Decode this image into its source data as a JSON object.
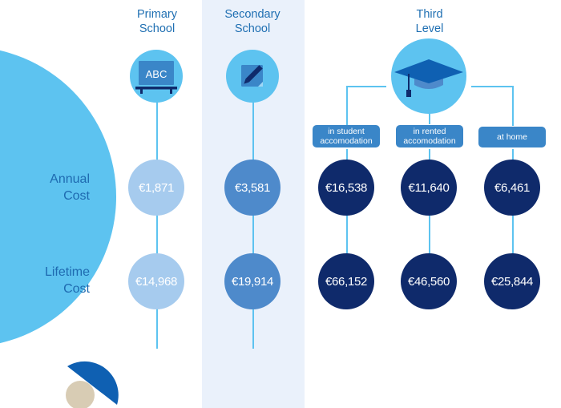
{
  "stages": [
    {
      "id": "primary",
      "label_line1": "Primary",
      "label_line2": "School",
      "icon": "blackboard-icon",
      "icon_text": "ABC"
    },
    {
      "id": "secondary",
      "label_line1": "Secondary",
      "label_line2": "School",
      "icon": "notepad-pencil-icon"
    },
    {
      "id": "third",
      "label_line1": "Third",
      "label_line2": "Level",
      "icon": "graduation-cap-icon"
    }
  ],
  "third_level_options": [
    {
      "line1": "in student",
      "line2": "accomodation"
    },
    {
      "line1": "in rented",
      "line2": "accomodation"
    },
    {
      "line1": "at home",
      "line2": ""
    }
  ],
  "row_labels": {
    "annual": {
      "line1": "Annual",
      "line2": "Cost"
    },
    "lifetime": {
      "line1": "Lifetime",
      "line2": "Cost"
    }
  },
  "costs": {
    "annual": {
      "primary": "€1,871",
      "secondary": "€3,581",
      "third_student": "€16,538",
      "third_rented": "€11,640",
      "third_home": "€6,461"
    },
    "lifetime": {
      "primary": "€14,968",
      "secondary": "€19,914",
      "third_student": "€66,152",
      "third_rented": "€46,560",
      "third_home": "€25,844"
    }
  },
  "colors": {
    "accent_light": "#5dc3f0",
    "primary_fill": "#a6cbee",
    "secondary_fill": "#4e8acb",
    "third_fill": "#0f2a6b",
    "tag_fill": "#3a86c8",
    "secondary_band": "#eaf1fb",
    "label_text": "#1e6ab0"
  }
}
